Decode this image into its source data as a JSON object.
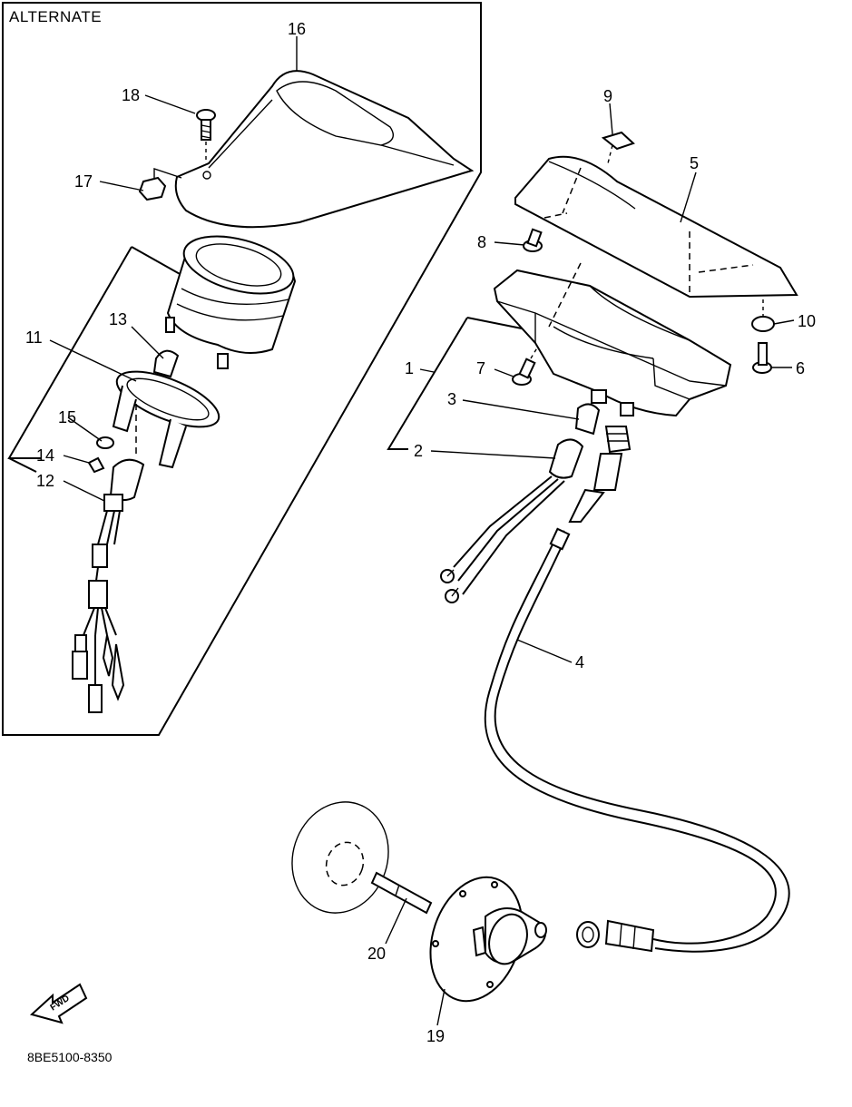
{
  "header": {
    "alternate_label": "ALTERNATE"
  },
  "footer": {
    "diagram_code": "8BE5100-8350",
    "fwd_label": "FWD"
  },
  "callouts": {
    "c1": "1",
    "c2": "2",
    "c3": "3",
    "c4": "4",
    "c5": "5",
    "c6": "6",
    "c7": "7",
    "c8": "8",
    "c9": "9",
    "c10": "10",
    "c11": "11",
    "c12": "12",
    "c13": "13",
    "c14": "14",
    "c15": "15",
    "c16": "16",
    "c17": "17",
    "c18": "18",
    "c19": "19",
    "c20": "20"
  },
  "icons": [
    "fwd-arrow-icon"
  ]
}
